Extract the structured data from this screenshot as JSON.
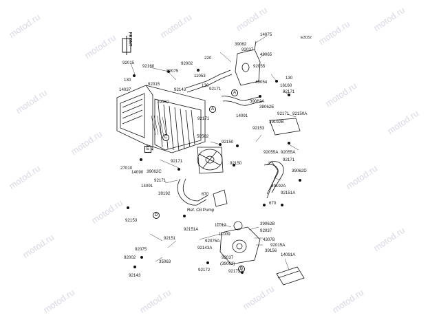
{
  "diagram": {
    "code": "E3032",
    "front_label": "FRONT",
    "reference_note": "Ref. Oil Pump",
    "watermark_text": "motod.ru",
    "callouts": [
      "A",
      "B",
      "C",
      "D",
      "E"
    ],
    "part_numbers": [
      "14075",
      "39062",
      "92037",
      "49065",
      "92055",
      "130",
      "49054",
      "16160",
      "92171",
      "220",
      "11053",
      "130",
      "92171",
      "39062A",
      "39062E",
      "92171",
      "92150A",
      "92015",
      "92160",
      "92002",
      "92075",
      "130",
      "14037",
      "92015",
      "92143",
      "39060",
      "92171",
      "14091",
      "92153",
      "39192B",
      "59502",
      "92150",
      "92055A",
      "92055A",
      "27010",
      "14090",
      "39062C",
      "92171",
      "92150",
      "39062D",
      "92171",
      "92171",
      "39192A",
      "92151A",
      "670",
      "670",
      "14091",
      "39192",
      "92153",
      "92151A",
      "11012",
      "39062B",
      "11009",
      "92037",
      "43078",
      "92075A",
      "92015A",
      "92143A",
      "39156",
      "14091A",
      "92151",
      "92075",
      "92002",
      "35063",
      "92143",
      "92037",
      "(39062)",
      "92172",
      "92172A"
    ]
  }
}
